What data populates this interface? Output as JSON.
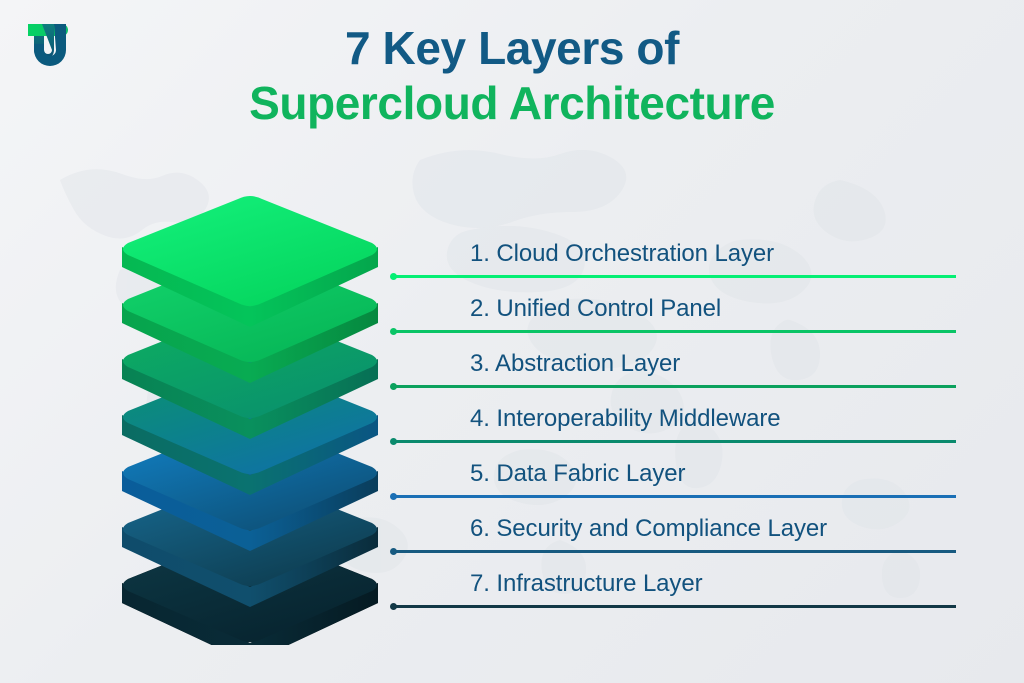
{
  "page": {
    "background_color": "#eceef1",
    "watermark": "world-map"
  },
  "logo": {
    "name": "TU monogram logo",
    "bar_color": "#05d264",
    "stem_color": "#0b5a7e",
    "accent_color": "#0f7a7a"
  },
  "header": {
    "title_line1": "7 Key Layers of",
    "title_line2": "Supercloud Architecture",
    "title_line1_color": "#125a85",
    "title_line2_color": "#10b45d"
  },
  "stack": {
    "label": "7-layer isometric stack diagram",
    "layers": [
      {
        "index": 1,
        "top_color": "#05e062",
        "top_color2": "#13f07a",
        "side_color": "#05b852"
      },
      {
        "index": 2,
        "top_color": "#09c25c",
        "top_color2": "#12d46c",
        "side_color": "#07a44d"
      },
      {
        "index": 3,
        "top_color": "#0a9a62",
        "top_color2": "#0cae61",
        "side_color": "#088253"
      },
      {
        "index": 4,
        "top_color": "#0d8074",
        "top_color2": "#0a8f6b",
        "side_color": "#0a6c62"
      },
      {
        "index": 5,
        "top_color": "#0d6fb8",
        "top_color2": "#1180c4",
        "side_color": "#0a5d9b"
      },
      {
        "index": 6,
        "top_color": "#135c80",
        "top_color2": "#16688f",
        "side_color": "#0f4c6b"
      },
      {
        "index": 7,
        "top_color": "#0a2e3a",
        "top_color2": "#0d3845",
        "side_color": "#082631"
      }
    ]
  },
  "list": {
    "items": [
      {
        "number": "1.",
        "label": "1. Cloud Orchestration Layer",
        "line_color": "#05ef74",
        "dot_color": "#05ef74"
      },
      {
        "number": "2.",
        "label": "2. Unified Control Panel",
        "line_color": "#0ac466",
        "dot_color": "#0ac466"
      },
      {
        "number": "3.",
        "label": "3. Abstraction Layer",
        "line_color": "#0ba15d",
        "dot_color": "#0ba15d"
      },
      {
        "number": "4.",
        "label": "4. Interoperability Middleware",
        "line_color": "#0a8a6d",
        "dot_color": "#0a8a6d"
      },
      {
        "number": "5.",
        "label": "5. Data Fabric Layer",
        "line_color": "#1a6fb5",
        "dot_color": "#1a6fb5"
      },
      {
        "number": "6.",
        "label": "6. Security and Compliance Layer",
        "line_color": "#175a80",
        "dot_color": "#175a80"
      },
      {
        "number": "7.",
        "label": "7. Infrastructure Layer",
        "line_color": "#123846",
        "dot_color": "#123846"
      }
    ],
    "text_color": "#12527e"
  }
}
